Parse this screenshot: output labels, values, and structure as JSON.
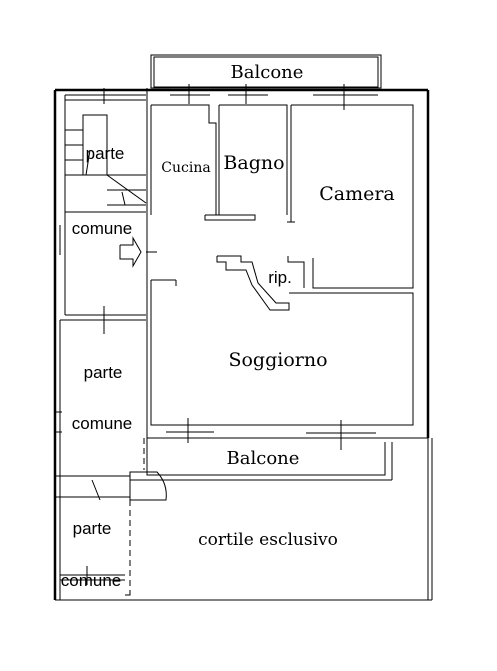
{
  "labels": {
    "balcone_top": "Balcone",
    "cucina": "Cucina",
    "bagno": "Bagno",
    "camera": "Camera",
    "rip": "rip.",
    "soggiorno": "Soggiorno",
    "balcone_bottom": "Balcone",
    "cortile": "cortile esclusivo",
    "parte_1": "parte",
    "comune_1": "comune",
    "parte_2": "parte",
    "comune_2": "comune",
    "parte_3": "parte",
    "comune_3": "comune"
  }
}
